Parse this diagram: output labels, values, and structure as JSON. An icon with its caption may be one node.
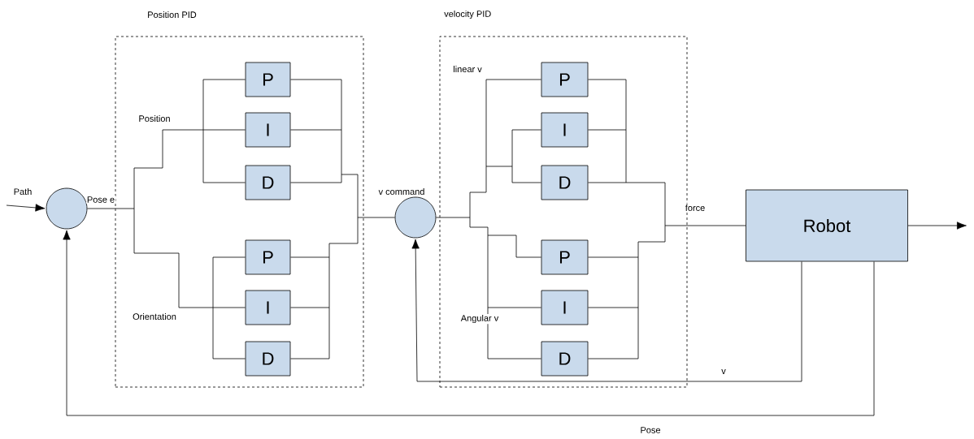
{
  "diagram": {
    "nodes": [
      {
        "text": [
          "Position PID"
        ]
      },
      {
        "text": [
          "P"
        ],
        "in": 0
      },
      {
        "text": [
          "I"
        ],
        "in": 0
      },
      {
        "text": [
          "D"
        ],
        "in": 0
      },
      {
        "text": [
          "P"
        ],
        "in": 0
      },
      {
        "text": [
          "I"
        ],
        "in": 0
      },
      {
        "text": [
          "D"
        ],
        "in": 0
      },
      {
        "text": [
          "velocity PID"
        ]
      },
      {
        "text": [
          "P"
        ],
        "in": 7
      },
      {
        "text": [
          "I"
        ],
        "in": 7
      },
      {
        "text": [
          "D"
        ],
        "in": 7
      },
      {
        "text": [
          "P"
        ],
        "in": 7
      },
      {
        "text": [
          "I"
        ],
        "in": 7
      },
      {
        "text": [
          "D"
        ],
        "in": 7
      },
      {
        "text": [],
        "shape": "circle"
      },
      {
        "text": [],
        "shape": "circle"
      },
      {
        "text": [
          "Robot"
        ]
      }
    ],
    "edges": [
      {
        "from": null,
        "to": 14,
        "arrow": "to",
        "label": "Path"
      },
      {
        "from": 14,
        "to": 1,
        "arrow": "none"
      },
      {
        "from": 14,
        "to": 2,
        "arrow": "none"
      },
      {
        "from": 14,
        "to": 3,
        "arrow": "none"
      },
      {
        "from": 14,
        "to": 4,
        "arrow": "none"
      },
      {
        "from": 14,
        "to": 5,
        "arrow": "none"
      },
      {
        "from": 14,
        "to": 6,
        "arrow": "none"
      },
      {
        "from": 1,
        "to": 15,
        "arrow": "none"
      },
      {
        "from": 2,
        "to": 15,
        "arrow": "none"
      },
      {
        "from": 3,
        "to": 15,
        "arrow": "none"
      },
      {
        "from": 4,
        "to": 15,
        "arrow": "none"
      },
      {
        "from": 5,
        "to": 15,
        "arrow": "none"
      },
      {
        "from": 6,
        "to": 15,
        "arrow": "none"
      },
      {
        "from": 15,
        "to": 8,
        "arrow": "none"
      },
      {
        "from": 15,
        "to": 9,
        "arrow": "none"
      },
      {
        "from": 15,
        "to": 10,
        "arrow": "none"
      },
      {
        "from": 15,
        "to": 11,
        "arrow": "none"
      },
      {
        "from": 15,
        "to": 12,
        "arrow": "none"
      },
      {
        "from": 15,
        "to": 13,
        "arrow": "none"
      },
      {
        "from": 8,
        "to": 16,
        "arrow": "none"
      },
      {
        "from": 9,
        "to": 16,
        "arrow": "none"
      },
      {
        "from": 10,
        "to": 16,
        "arrow": "none"
      },
      {
        "from": 11,
        "to": 16,
        "arrow": "none"
      },
      {
        "from": 12,
        "to": 16,
        "arrow": "none"
      },
      {
        "from": 13,
        "to": 16,
        "arrow": "none"
      },
      {
        "from": 16,
        "to": null,
        "arrow": "to"
      },
      {
        "from": 16,
        "to": 15,
        "arrow": "to",
        "label": "v"
      },
      {
        "from": 16,
        "to": 14,
        "arrow": "to",
        "label": "Pose"
      }
    ],
    "labels": [
      "Pose e",
      "Position",
      "Orientation",
      "v command",
      "linear v",
      "Angular v",
      "force"
    ]
  }
}
